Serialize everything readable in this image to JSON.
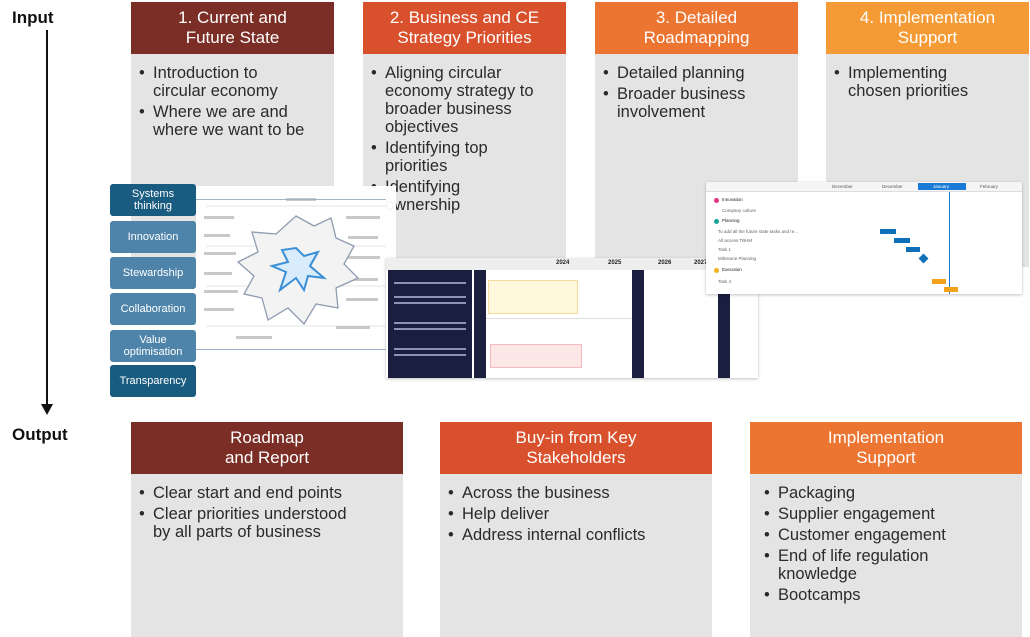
{
  "labels": {
    "input": "Input",
    "output": "Output"
  },
  "colors": {
    "dark_red": "#7a2e25",
    "red": "#d8502c",
    "orange": "#ec7531",
    "amber": "#f49b35",
    "pillar_dark": "#1a5b80",
    "pillar_mid": "#4e84aa"
  },
  "top_cards": [
    {
      "title": "1. Current and\nFuture State",
      "bullets": [
        "Introduction to\ncircular economy",
        "Where we are and\nwhere we want to be"
      ]
    },
    {
      "title": "2. Business and CE\nStrategy Priorities",
      "bullets": [
        "Aligning circular\neconomy strategy to\nbroader business\nobjectives",
        "Identifying top\npriorities",
        "Identifying\nownership"
      ]
    },
    {
      "title": "3. Detailed\nRoadmapping",
      "bullets": [
        "Detailed planning",
        "Broader business\ninvolvement"
      ]
    },
    {
      "title": "4. Implementation\nSupport",
      "bullets": [
        "Implementing\nchosen priorities"
      ]
    }
  ],
  "bottom_cards": [
    {
      "title": "Roadmap\nand Report",
      "bullets": [
        "Clear start and end points",
        "Clear priorities understood\nby all parts of business"
      ]
    },
    {
      "title": "Buy-in from Key\nStakeholders",
      "bullets": [
        "Across the business",
        "Help deliver",
        "Address internal conflicts"
      ]
    },
    {
      "title": "Implementation\nSupport",
      "bullets": [
        "Packaging",
        "Supplier engagement",
        "Customer engagement",
        "End of life regulation\nknowledge",
        "Bootcamps"
      ]
    }
  ],
  "pillars": [
    "Systems\nthinking",
    "Innovation",
    "Stewardship",
    "Collaboration",
    "Value\noptimisation",
    "Transparency"
  ],
  "roadmap_years": [
    "2024",
    "2025",
    "2026",
    "2027"
  ],
  "gantt": {
    "months": [
      "December",
      "December",
      "January",
      "February"
    ],
    "rows": [
      "Innovation",
      "Company culture",
      "Planning",
      "To add all the future state tasks and re...",
      "All access TBHM",
      "Task 1",
      "Milestone Planning",
      "Execution",
      "Task 4"
    ]
  }
}
